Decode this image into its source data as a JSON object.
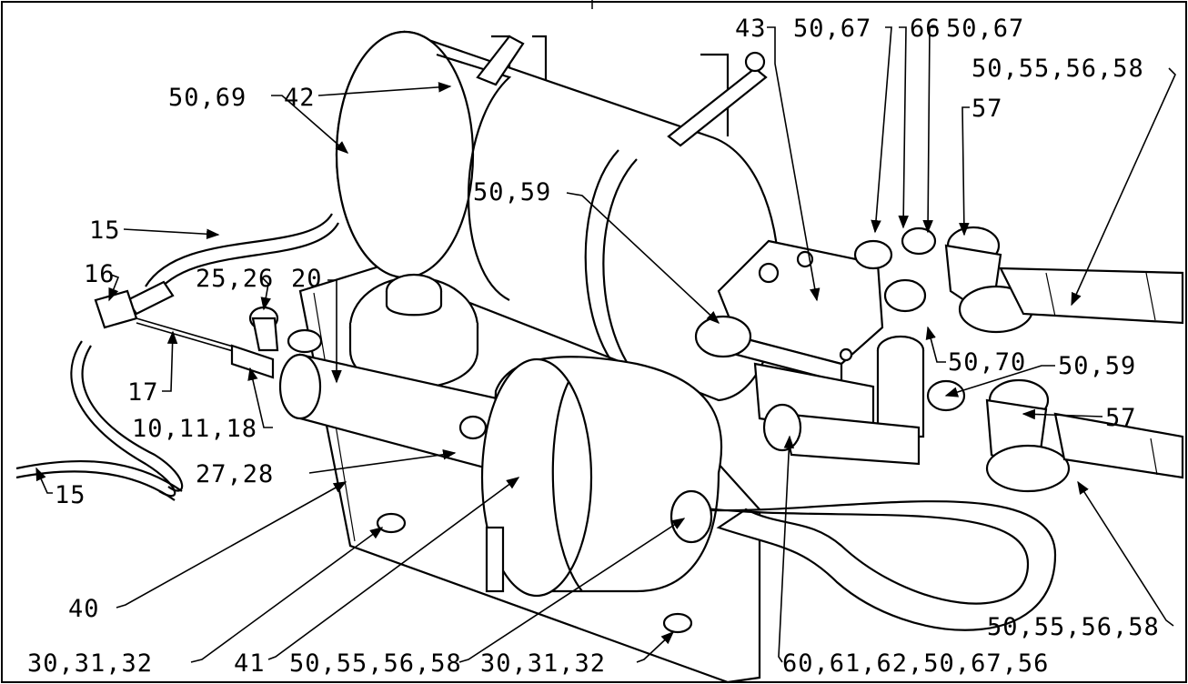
{
  "labels": [
    {
      "text": "50,69"
    },
    {
      "text": "42"
    },
    {
      "text": "43"
    },
    {
      "text": "50,67"
    },
    {
      "text": "66"
    },
    {
      "text": "50,67"
    },
    {
      "text": "50,55,56,58"
    },
    {
      "text": "57"
    },
    {
      "text": "50,59"
    },
    {
      "text": "15"
    },
    {
      "text": "16"
    },
    {
      "text": "25,26"
    },
    {
      "text": "20"
    },
    {
      "text": "17"
    },
    {
      "text": "10,11,18"
    },
    {
      "text": "27,28"
    },
    {
      "text": "15"
    },
    {
      "text": "50,70"
    },
    {
      "text": "50,59"
    },
    {
      "text": "57"
    },
    {
      "text": "40"
    },
    {
      "text": "50,55,56,58"
    },
    {
      "text": "30,31,32"
    },
    {
      "text": "41"
    },
    {
      "text": "50,55,56,58"
    },
    {
      "text": "30,31,32"
    },
    {
      "text": "60,61,62,50,67,56"
    }
  ]
}
